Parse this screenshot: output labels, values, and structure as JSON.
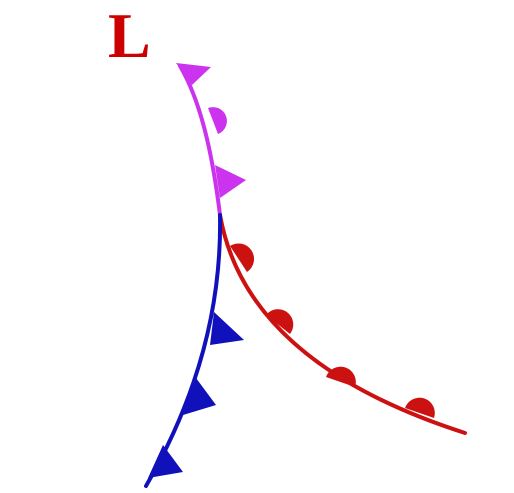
{
  "map": {
    "low_pressure_label": "L",
    "low_pressure_color": "#cc0000",
    "background_color": "#ffffff"
  },
  "fronts": [
    {
      "name": "occluded-front",
      "type": "occluded",
      "color": "#cc33ee",
      "symbols": [
        "triangle",
        "semicircle",
        "triangle"
      ]
    },
    {
      "name": "warm-front",
      "type": "warm",
      "color": "#cc1111",
      "symbols": [
        "semicircle",
        "semicircle",
        "semicircle",
        "semicircle"
      ]
    },
    {
      "name": "cold-front",
      "type": "cold",
      "color": "#1111bb",
      "symbols": [
        "triangle",
        "triangle",
        "triangle"
      ]
    }
  ]
}
